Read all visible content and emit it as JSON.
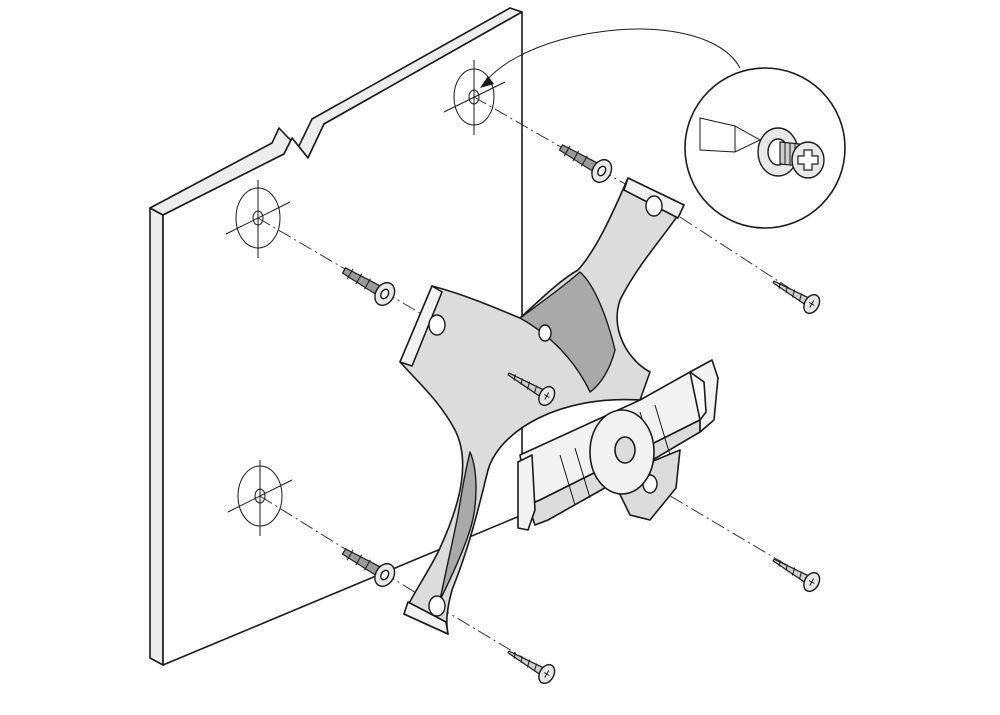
{
  "figure": {
    "labels": []
  },
  "colors": {
    "line": "#1a1a1a",
    "bracket_fill": "#dcdcdc",
    "bracket_shadow": "#a9a9a9",
    "background": "#ffffff"
  },
  "icons": [
    "wall-panel",
    "mount-bracket",
    "wood-screw",
    "wall-anchor",
    "screwdriver-detail-callout"
  ]
}
